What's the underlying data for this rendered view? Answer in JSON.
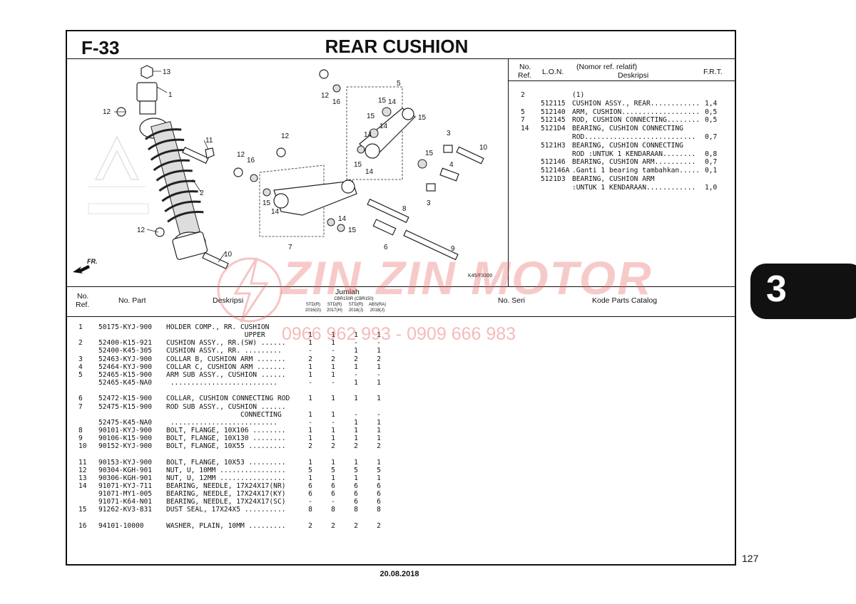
{
  "page_id": "F-33",
  "title": "REAR CUSHION",
  "page_number": "127",
  "date": "20.08.2018",
  "section_tab": "3",
  "diagram_code": "K45/F3300",
  "fr_label": "FR.",
  "watermark": {
    "brand": "ZIN ZIN MOTOR",
    "phone": "0966 962 993 - 0909 666 983"
  },
  "relative": {
    "headers": {
      "no": "No.",
      "ref": "Ref.",
      "lon": "L.O.N.",
      "desc_top": "(Nomor ref. relatif)",
      "desc": "Deskripsi",
      "frt": "F.R.T."
    },
    "rows": [
      {
        "ref": "2",
        "lon": "",
        "desc": "(1)",
        "frt": ""
      },
      {
        "ref": "",
        "lon": "512115",
        "desc": "CUSHION ASSY., REAR............",
        "frt": "1,4"
      },
      {
        "ref": "5",
        "lon": "512140",
        "desc": "ARM, CUSHION...................",
        "frt": "0,5"
      },
      {
        "ref": "7",
        "lon": "512145",
        "desc": "ROD, CUSHION CONNECTING........",
        "frt": "0,5"
      },
      {
        "ref": "14",
        "lon": "5121D4",
        "desc": "BEARING, CUSHION CONNECTING",
        "frt": ""
      },
      {
        "ref": "",
        "lon": "",
        "desc": "ROD...........................",
        "frt": "0,7"
      },
      {
        "ref": "",
        "lon": "5121H3",
        "desc": "BEARING, CUSHION CONNECTING",
        "frt": ""
      },
      {
        "ref": "",
        "lon": "",
        "desc": "ROD :UNTUK 1 KENDARAAN........",
        "frt": "0,8"
      },
      {
        "ref": "",
        "lon": "512146",
        "desc": "BEARING, CUSHION ARM..........",
        "frt": "0,7"
      },
      {
        "ref": "",
        "lon": "512146A",
        "desc": ".Ganti 1 bearing tambahkan.....",
        "frt": "0,1"
      },
      {
        "ref": "",
        "lon": "5121D3",
        "desc": "BEARING, CUSHION ARM",
        "frt": ""
      },
      {
        "ref": "",
        "lon": "",
        "desc": ":UNTUK 1 KENDARAAN............",
        "frt": "1,0"
      }
    ]
  },
  "parts": {
    "headers": {
      "no": "No.",
      "ref": "Ref.",
      "part": "No. Part",
      "desc": "Deskripsi",
      "qty": "Jumlah",
      "serial": "No. Seri",
      "catalog": "Kode Parts Catalog"
    },
    "model_groups": [
      "CBR150R (CBR150)"
    ],
    "variants": [
      {
        "name": "STD(R)",
        "year": "2016(G)"
      },
      {
        "name": "STD(R)",
        "year": "2017(H)"
      },
      {
        "name": "STD(R)",
        "year": "2018(J)"
      },
      {
        "name": "ABS(RA)",
        "year": "2018(J)"
      }
    ],
    "rows": [
      {
        "ref": "1",
        "part": "50175-KYJ-900",
        "desc": "HOLDER COMP., RR. CUSHION",
        "q": [
          "",
          "",
          "",
          ""
        ]
      },
      {
        "ref": "",
        "part": "",
        "desc": "                   UPPER",
        "q": [
          "1",
          "1",
          "1",
          "1"
        ]
      },
      {
        "ref": "2",
        "part": "52400-K15-921",
        "desc": "CUSHION ASSY., RR.(SW) ......",
        "q": [
          "1",
          "1",
          "-",
          "-"
        ]
      },
      {
        "ref": "",
        "part": "52400-K45-305",
        "desc": "CUSHION ASSY., RR. .........",
        "q": [
          "-",
          "-",
          "1",
          "1"
        ]
      },
      {
        "ref": "3",
        "part": "52463-KYJ-900",
        "desc": "COLLAR B, CUSHION ARM .......",
        "q": [
          "2",
          "2",
          "2",
          "2"
        ]
      },
      {
        "ref": "4",
        "part": "52464-KYJ-900",
        "desc": "COLLAR C, CUSHION ARM .......",
        "q": [
          "1",
          "1",
          "1",
          "1"
        ]
      },
      {
        "ref": "5",
        "part": "52465-K15-900",
        "desc": "ARM SUB ASSY., CUSHION ......",
        "q": [
          "1",
          "1",
          "-",
          "-"
        ]
      },
      {
        "ref": "",
        "part": "52465-K45-NA0",
        "desc": " ..........................",
        "q": [
          "-",
          "-",
          "1",
          "1"
        ]
      },
      {
        "ref": "",
        "part": "",
        "desc": "",
        "q": [
          "",
          "",
          "",
          ""
        ]
      },
      {
        "ref": "6",
        "part": "52472-K15-900",
        "desc": "COLLAR, CUSHION CONNECTING ROD",
        "q": [
          "1",
          "1",
          "1",
          "1"
        ]
      },
      {
        "ref": "7",
        "part": "52475-K15-900",
        "desc": "ROD SUB ASSY., CUSHION ......",
        "q": [
          "",
          "",
          "",
          ""
        ]
      },
      {
        "ref": "",
        "part": "",
        "desc": "                  CONNECTING",
        "q": [
          "1",
          "1",
          "-",
          "-"
        ]
      },
      {
        "ref": "",
        "part": "52475-K45-NA0",
        "desc": " ..........................",
        "q": [
          "-",
          "-",
          "1",
          "1"
        ]
      },
      {
        "ref": "8",
        "part": "90101-KYJ-900",
        "desc": "BOLT, FLANGE, 10X106 ........",
        "q": [
          "1",
          "1",
          "1",
          "1"
        ]
      },
      {
        "ref": "9",
        "part": "90106-K15-900",
        "desc": "BOLT, FLANGE, 10X130 ........",
        "q": [
          "1",
          "1",
          "1",
          "1"
        ]
      },
      {
        "ref": "10",
        "part": "90152-KYJ-900",
        "desc": "BOLT, FLANGE, 10X55 .........",
        "q": [
          "2",
          "2",
          "2",
          "2"
        ]
      },
      {
        "ref": "",
        "part": "",
        "desc": "",
        "q": [
          "",
          "",
          "",
          ""
        ]
      },
      {
        "ref": "11",
        "part": "90153-KYJ-900",
        "desc": "BOLT, FLANGE, 10X53 .........",
        "q": [
          "1",
          "1",
          "1",
          "1"
        ]
      },
      {
        "ref": "12",
        "part": "90304-KGH-901",
        "desc": "NUT, U, 10MM ................",
        "q": [
          "5",
          "5",
          "5",
          "5"
        ]
      },
      {
        "ref": "13",
        "part": "90306-KGH-901",
        "desc": "NUT, U, 12MM ................",
        "q": [
          "1",
          "1",
          "1",
          "1"
        ]
      },
      {
        "ref": "14",
        "part": "91071-KYJ-711",
        "desc": "BEARING, NEEDLE, 17X24X17(NR)",
        "q": [
          "6",
          "6",
          "6",
          "6"
        ]
      },
      {
        "ref": "",
        "part": "91071-MY1-005",
        "desc": "BEARING, NEEDLE, 17X24X17(KY)",
        "q": [
          "6",
          "6",
          "6",
          "6"
        ]
      },
      {
        "ref": "",
        "part": "91071-K64-N01",
        "desc": "BEARING, NEEDLE, 17X24X17(SC)",
        "q": [
          "-",
          "-",
          "6",
          "6"
        ]
      },
      {
        "ref": "15",
        "part": "91262-KV3-831",
        "desc": "DUST SEAL, 17X24X5 ..........",
        "q": [
          "8",
          "8",
          "8",
          "8"
        ]
      },
      {
        "ref": "",
        "part": "",
        "desc": "",
        "q": [
          "",
          "",
          "",
          ""
        ]
      },
      {
        "ref": "16",
        "part": "94101-10000",
        "desc": "WASHER, PLAIN, 10MM .........",
        "q": [
          "2",
          "2",
          "2",
          "2"
        ]
      }
    ]
  },
  "callouts": [
    "13",
    "1",
    "12",
    "11",
    "2",
    "12",
    "10",
    "12",
    "16",
    "5",
    "15",
    "14",
    "15",
    "14",
    "15",
    "3",
    "14",
    "15",
    "10",
    "15",
    "14",
    "12",
    "12",
    "16",
    "4",
    "15",
    "14",
    "3",
    "8",
    "14",
    "15",
    "7",
    "6",
    "9"
  ]
}
